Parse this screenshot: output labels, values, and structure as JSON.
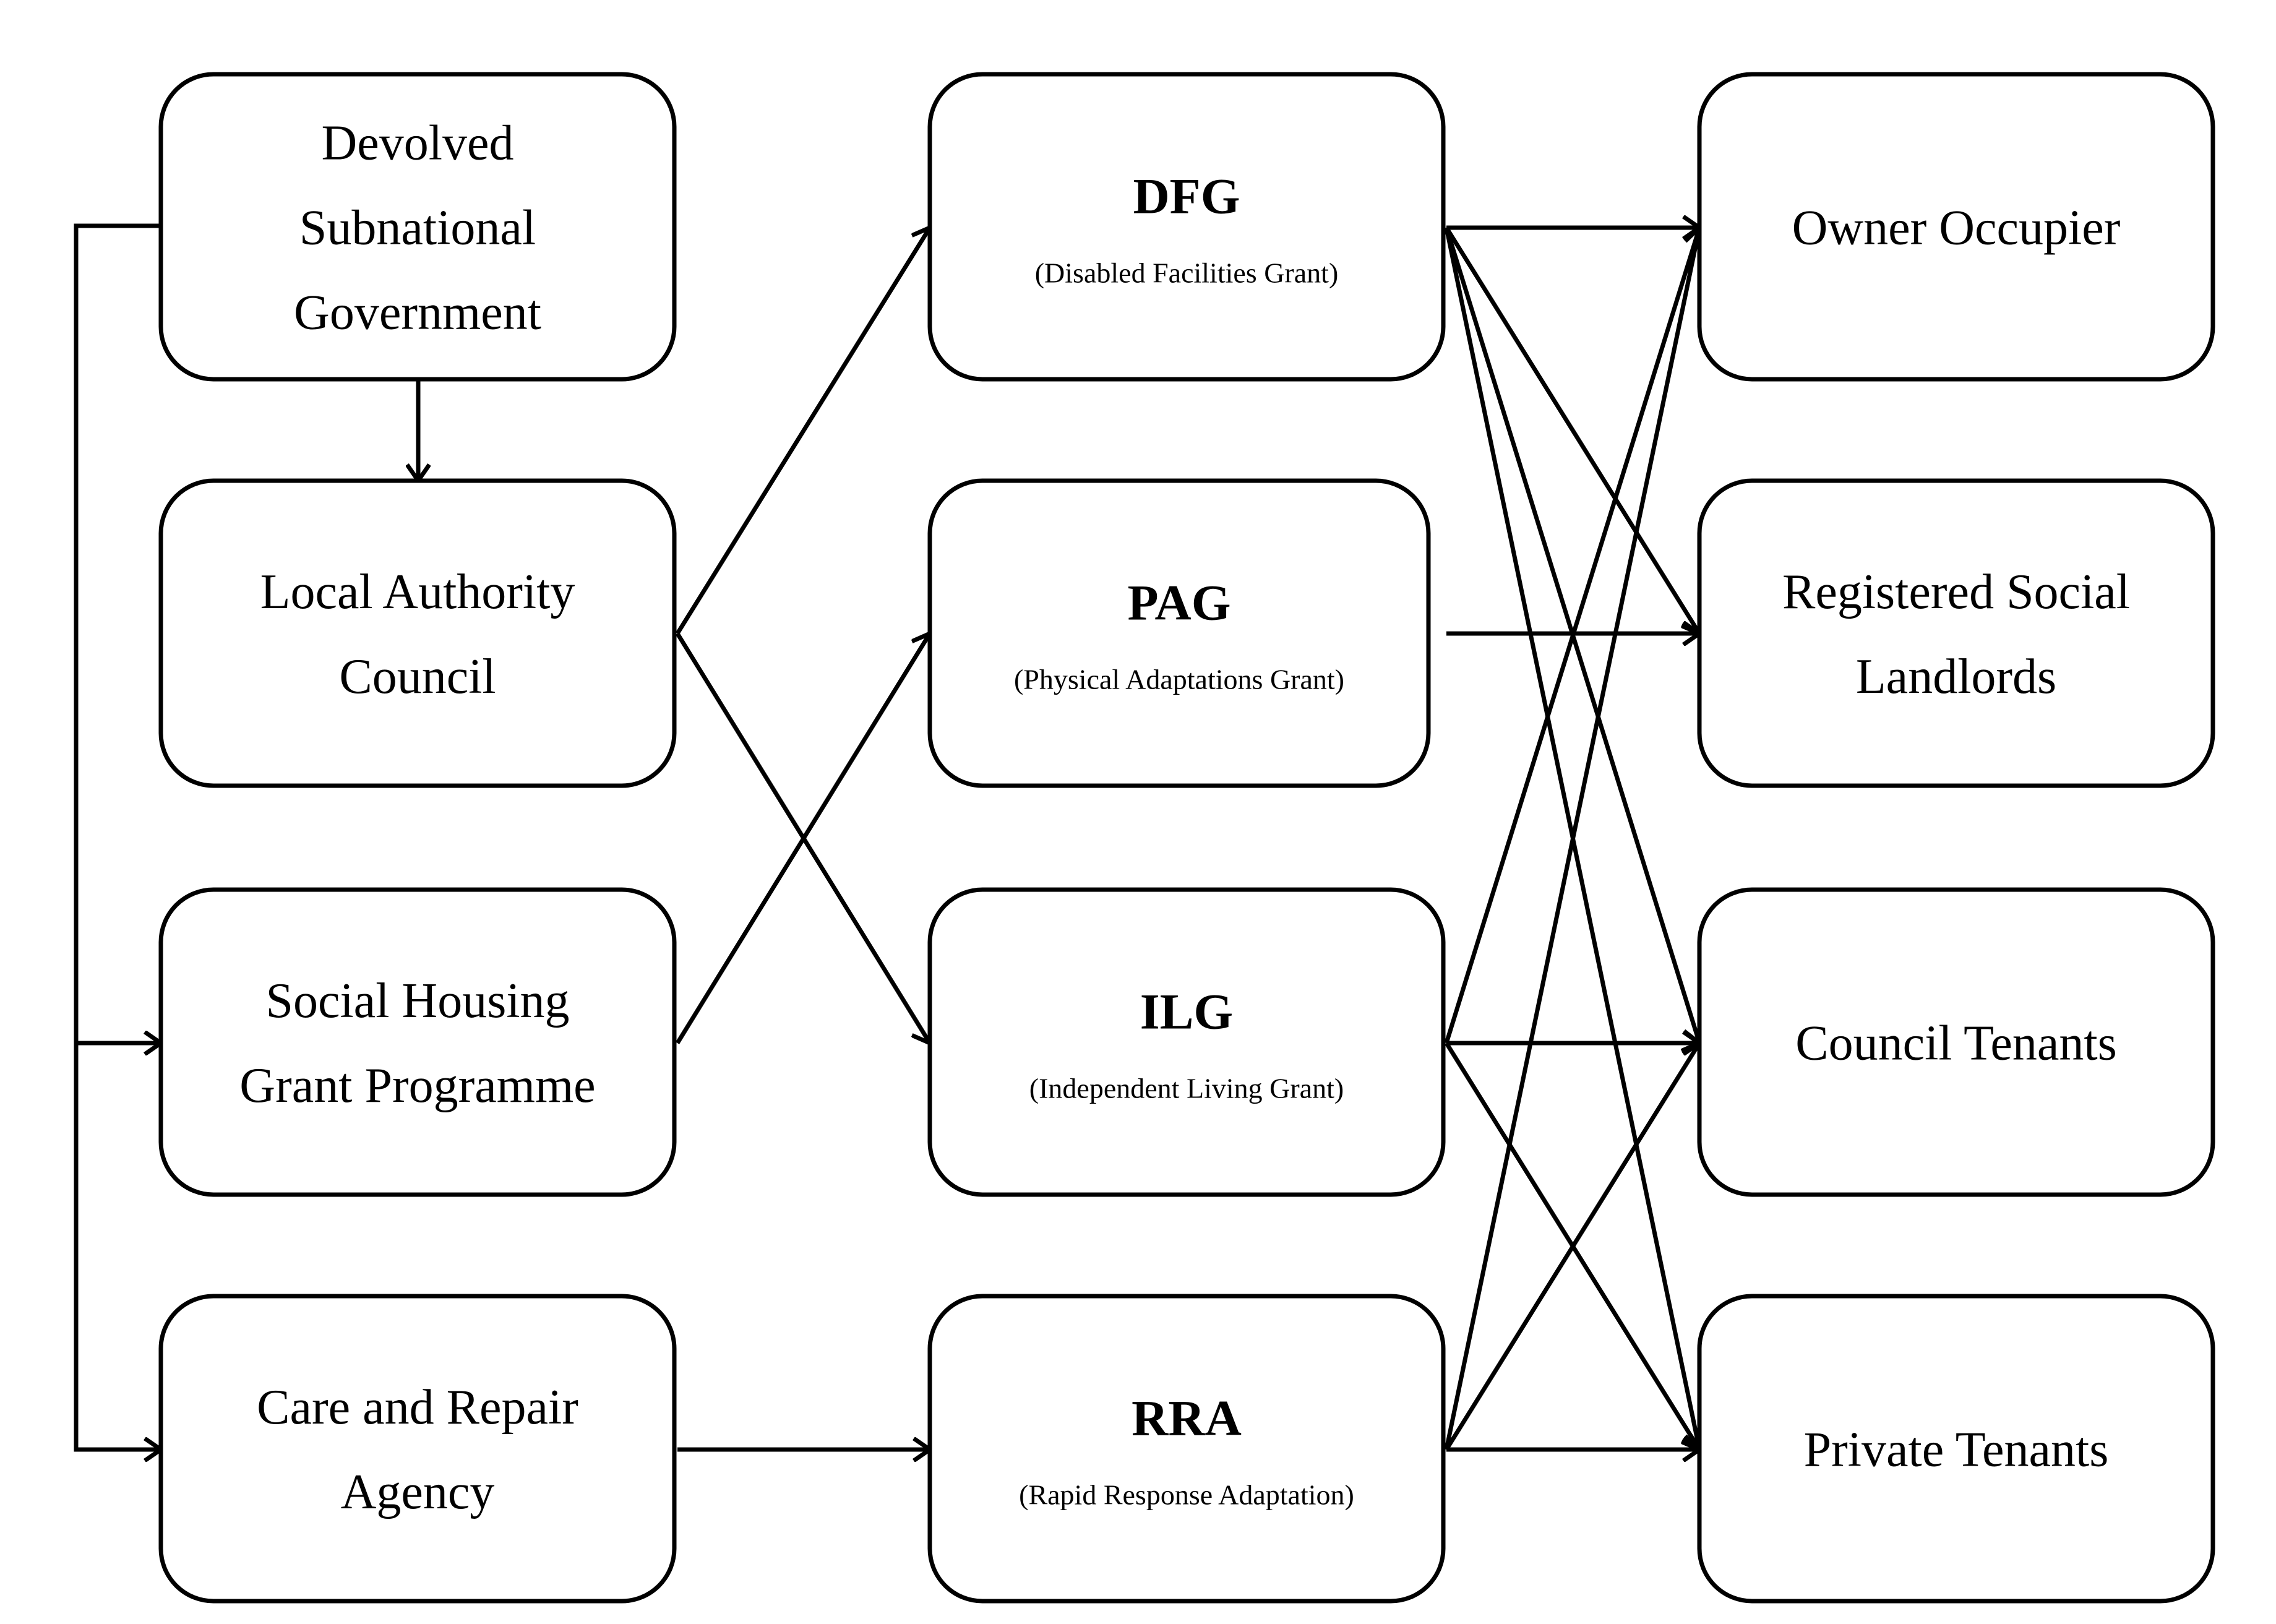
{
  "diagram": {
    "type": "flow-diagram",
    "nodes": [
      {
        "id": "devolved",
        "column": "source",
        "lines": [
          "Devolved",
          "Subnational",
          "Government"
        ]
      },
      {
        "id": "local-authority",
        "column": "source",
        "lines": [
          "Local Authority",
          "Council"
        ]
      },
      {
        "id": "social-housing",
        "column": "source",
        "lines": [
          "Social Housing",
          "Grant Programme"
        ]
      },
      {
        "id": "care-repair",
        "column": "source",
        "lines": [
          "Care and Repair",
          "Agency"
        ]
      },
      {
        "id": "dfg",
        "column": "grant",
        "abbr": "DFG",
        "full": "(Disabled Facilities Grant)"
      },
      {
        "id": "pag",
        "column": "grant",
        "abbr": "PAG",
        "full": "(Physical Adaptations Grant)"
      },
      {
        "id": "ilg",
        "column": "grant",
        "abbr": "ILG",
        "full": "(Independent Living Grant)"
      },
      {
        "id": "rra",
        "column": "grant",
        "abbr": "RRA",
        "full": "(Rapid Response Adaptation)"
      },
      {
        "id": "owner",
        "column": "recipient",
        "lines": [
          "Owner Occupier"
        ]
      },
      {
        "id": "rsl",
        "column": "recipient",
        "lines": [
          "Registered Social",
          "Landlords"
        ]
      },
      {
        "id": "council-tenants",
        "column": "recipient",
        "lines": [
          "Council Tenants"
        ]
      },
      {
        "id": "private-tenants",
        "column": "recipient",
        "lines": [
          "Private Tenants"
        ]
      }
    ],
    "edges": [
      {
        "from": "devolved",
        "to": "local-authority"
      },
      {
        "from": "devolved",
        "to": "social-housing"
      },
      {
        "from": "devolved",
        "to": "care-repair"
      },
      {
        "from": "local-authority",
        "to": "dfg"
      },
      {
        "from": "local-authority",
        "to": "ilg"
      },
      {
        "from": "social-housing",
        "to": "pag"
      },
      {
        "from": "care-repair",
        "to": "rra"
      },
      {
        "from": "dfg",
        "to": "owner"
      },
      {
        "from": "dfg",
        "to": "rsl"
      },
      {
        "from": "dfg",
        "to": "council-tenants"
      },
      {
        "from": "dfg",
        "to": "private-tenants"
      },
      {
        "from": "pag",
        "to": "rsl"
      },
      {
        "from": "ilg",
        "to": "owner"
      },
      {
        "from": "ilg",
        "to": "council-tenants"
      },
      {
        "from": "ilg",
        "to": "private-tenants"
      },
      {
        "from": "rra",
        "to": "owner"
      },
      {
        "from": "rra",
        "to": "council-tenants"
      },
      {
        "from": "rra",
        "to": "private-tenants"
      }
    ]
  }
}
